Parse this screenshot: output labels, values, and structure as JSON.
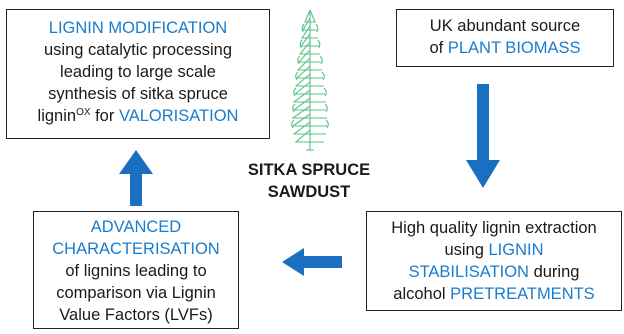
{
  "boxes": {
    "top_left": {
      "line1": "LIGNIN MODIFICATION",
      "line2": "using catalytic processing",
      "line3": "leading to large scale",
      "line4": "synthesis of sitka spruce",
      "line5_pre": "lignin",
      "line5_sup": "OX",
      "line5_mid": " for ",
      "line5_blue": "VALORISATION"
    },
    "top_right": {
      "line1": "UK abundant source",
      "line2_pre": "of ",
      "line2_blue": "PLANT BIOMASS"
    },
    "bottom_right": {
      "line1": "High quality lignin extraction",
      "line2_pre": "using ",
      "line2_blue": "LIGNIN",
      "line3_blue": "STABILISATION",
      "line3_post": " during",
      "line4_pre": "alcohol ",
      "line4_blue": "PRETREATMENTS"
    },
    "bottom_left": {
      "line1": "ADVANCED",
      "line2": "CHARACTERISATION",
      "line3": "of lignins leading to",
      "line4": "comparison via Lignin",
      "line5": "Value Factors (LVFs)"
    }
  },
  "center": {
    "line1": "SITKA SPRUCE",
    "line2": "SAWDUST"
  },
  "colors": {
    "accent_text": "#1a7ccd",
    "arrow": "#1a6fc0",
    "tree": "#5cc08a",
    "border": "#222222"
  },
  "icons": {
    "tree": "spruce-tree-icon",
    "arrows": [
      "arrow-down-icon",
      "arrow-left-icon",
      "arrow-up-icon"
    ]
  }
}
